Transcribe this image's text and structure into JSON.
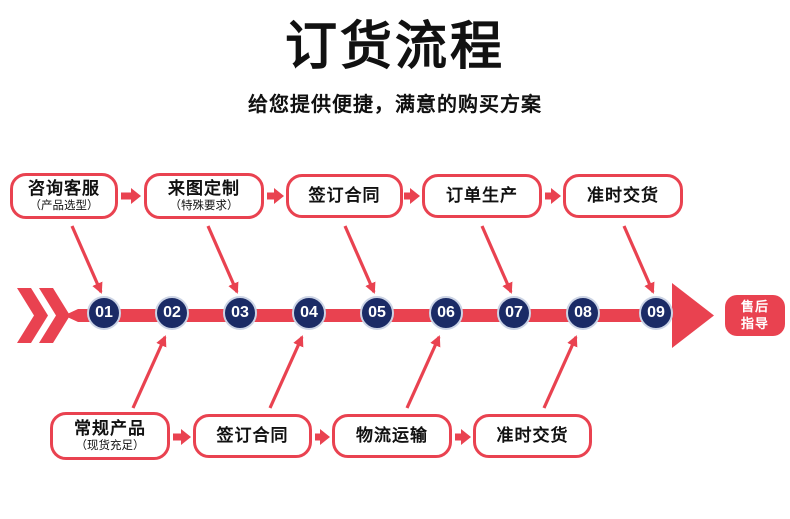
{
  "header": {
    "title": "订货流程",
    "subtitle": "给您提供便捷，满意的购买方案"
  },
  "top_row": [
    {
      "title": "咨询客服",
      "subtitle": "（产品选型）"
    },
    {
      "title": "来图定制",
      "subtitle": "（特殊要求）"
    },
    {
      "title": "签订合同",
      "subtitle": ""
    },
    {
      "title": "订单生产",
      "subtitle": ""
    },
    {
      "title": "准时交货",
      "subtitle": ""
    }
  ],
  "bottom_row": [
    {
      "title": "常规产品",
      "subtitle": "（现货充足）"
    },
    {
      "title": "签订合同",
      "subtitle": ""
    },
    {
      "title": "物流运输",
      "subtitle": ""
    },
    {
      "title": "准时交货",
      "subtitle": ""
    }
  ],
  "timeline": {
    "steps": [
      "01",
      "02",
      "03",
      "04",
      "05",
      "06",
      "07",
      "08",
      "09"
    ],
    "end_label": "售后\n指导"
  },
  "colors": {
    "accent_red": "#e94250",
    "circle_navy": "#1b2b66",
    "circle_ring": "#ccd4e5",
    "text_black": "#111111"
  }
}
